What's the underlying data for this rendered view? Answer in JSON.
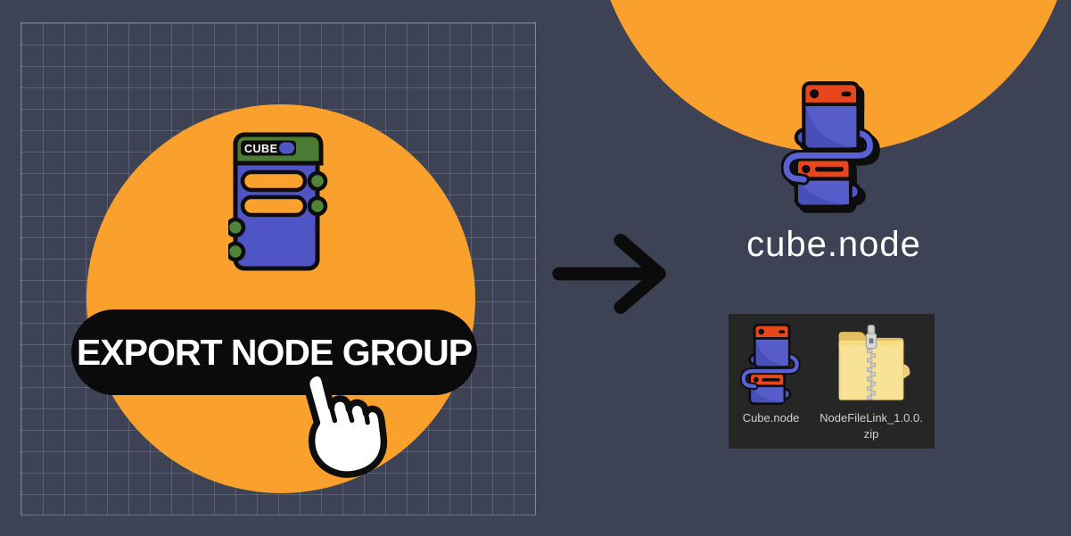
{
  "left_panel": {
    "node": {
      "header_label": "CUBE"
    },
    "button": {
      "label": "EXPORT NODE GROUP"
    }
  },
  "right_panel": {
    "caption": "cube.node",
    "file_browser": {
      "files": [
        {
          "name": "Cube.node",
          "icon": "node-file-icon"
        },
        {
          "name": "NodeFileLink_1.0.0.zip",
          "icon": "zip-folder-icon"
        }
      ]
    }
  },
  "icons": {
    "arrow": "arrow-right-icon",
    "cursor": "hand-pointer-icon"
  },
  "colors": {
    "background": "#3D4254",
    "accent_orange": "#F9A12C",
    "node_blue": "#4F55C4",
    "node_green_header": "#4C7C34",
    "socket_green": "#4E8538",
    "node_red_header": "#E8471D",
    "wire_blue": "#5A61D6",
    "button_black": "#0B0B0B",
    "file_panel_bg": "#262626",
    "file_label": "#CFCFCF"
  }
}
